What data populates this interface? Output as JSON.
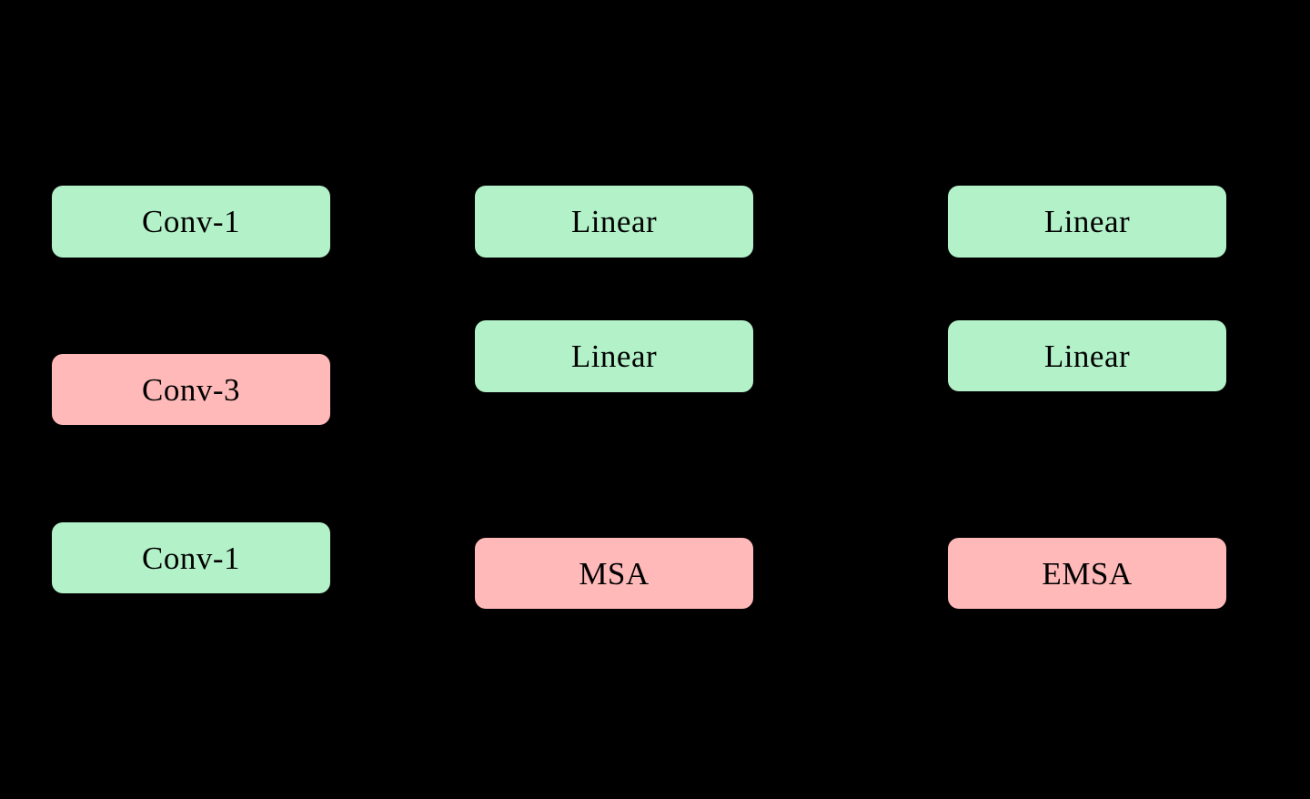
{
  "diagram": {
    "background": "#000000",
    "colors": {
      "green": "#b3f2c9",
      "pink": "#ffb9b9",
      "text": "#000000"
    },
    "columns": [
      {
        "name": "left-column",
        "boxes": [
          {
            "label": "Conv-1",
            "color": "green"
          },
          {
            "label": "Conv-3",
            "color": "pink"
          },
          {
            "label": "Conv-1",
            "color": "green"
          }
        ]
      },
      {
        "name": "middle-column",
        "boxes": [
          {
            "label": "Linear",
            "color": "green"
          },
          {
            "label": "Linear",
            "color": "green"
          },
          {
            "label": "MSA",
            "color": "pink"
          }
        ]
      },
      {
        "name": "right-column",
        "boxes": [
          {
            "label": "Linear",
            "color": "green"
          },
          {
            "label": "Linear",
            "color": "green"
          },
          {
            "label": "EMSA",
            "color": "pink"
          }
        ]
      }
    ]
  }
}
